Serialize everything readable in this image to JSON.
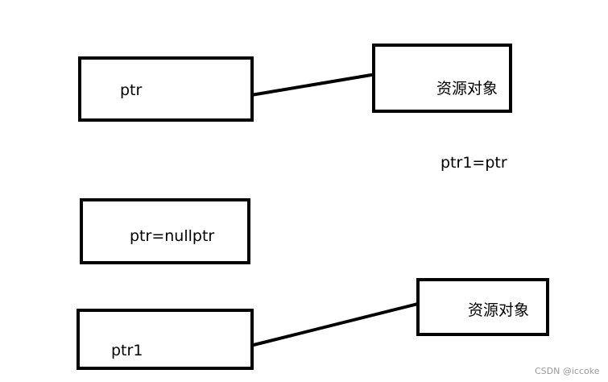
{
  "diagram": {
    "top": {
      "pointer_label": "ptr",
      "object_label": "资源对象"
    },
    "assignment_label": "ptr1=ptr",
    "middle": {
      "pointer_label": "ptr=nullptr"
    },
    "bottom": {
      "pointer_label": "ptr1",
      "object_label": "资源对象"
    },
    "colors": {
      "stroke": "#000000",
      "background": "#ffffff",
      "watermark": "#9a9a9a"
    }
  },
  "watermark": "CSDN @iccoke"
}
